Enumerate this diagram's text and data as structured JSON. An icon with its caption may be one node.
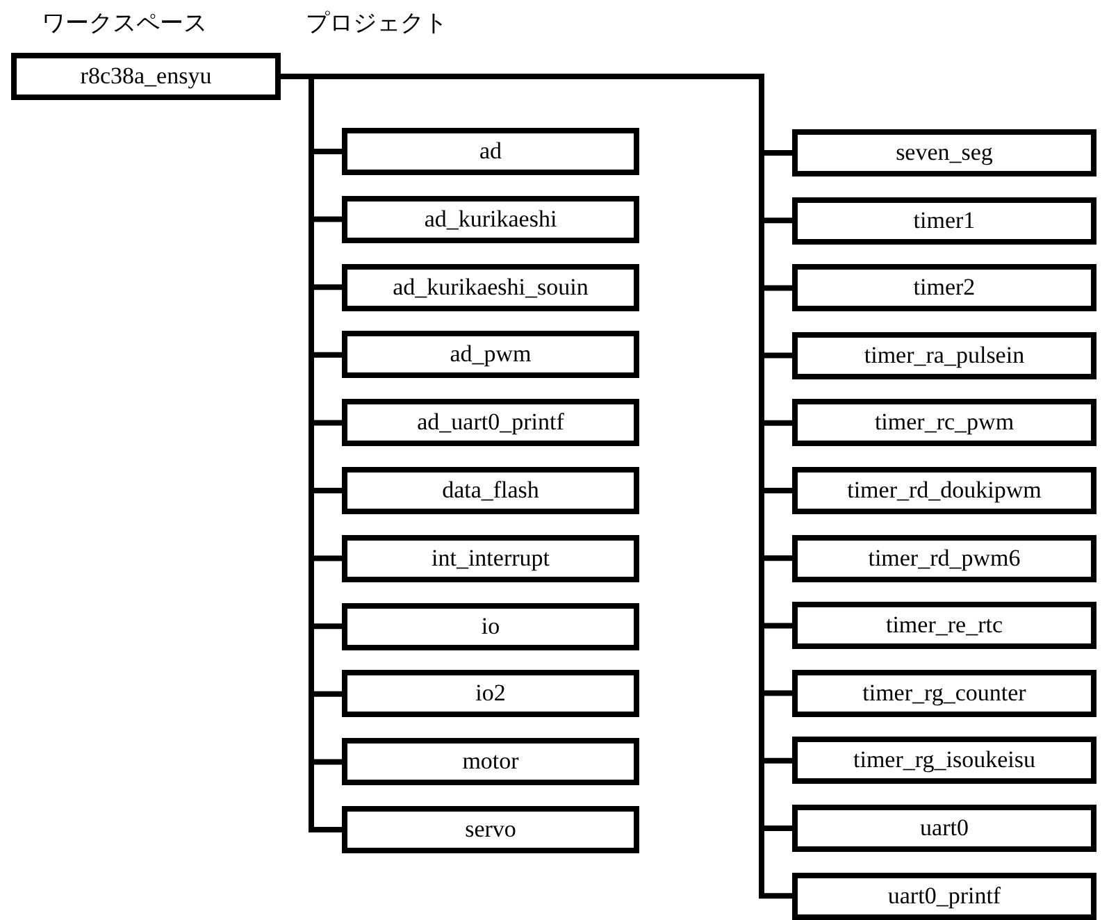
{
  "diagram": {
    "nodes": [
      {
        "text": [
          "r8c38a_ensyu"
        ]
      },
      {
        "text": [
          "ad"
        ]
      },
      {
        "text": [
          "ad_kurikaeshi"
        ]
      },
      {
        "text": [
          "ad_kurikaeshi_souin"
        ]
      },
      {
        "text": [
          "ad_pwm"
        ]
      },
      {
        "text": [
          "ad_uart0_printf"
        ]
      },
      {
        "text": [
          "data_flash"
        ]
      },
      {
        "text": [
          "int_interrupt"
        ]
      },
      {
        "text": [
          "io"
        ]
      },
      {
        "text": [
          "io2"
        ]
      },
      {
        "text": [
          "motor"
        ]
      },
      {
        "text": [
          "servo"
        ]
      },
      {
        "text": [
          "seven_seg"
        ]
      },
      {
        "text": [
          "timer1"
        ]
      },
      {
        "text": [
          "timer2"
        ]
      },
      {
        "text": [
          "timer_ra_pulsein"
        ]
      },
      {
        "text": [
          "timer_rc_pwm"
        ]
      },
      {
        "text": [
          "timer_rd_doukipwm"
        ]
      },
      {
        "text": [
          "timer_rd_pwm6"
        ]
      },
      {
        "text": [
          "timer_re_rtc"
        ]
      },
      {
        "text": [
          "timer_rg_counter"
        ]
      },
      {
        "text": [
          "timer_rg_isoukeisu"
        ]
      },
      {
        "text": [
          "uart0"
        ]
      },
      {
        "text": [
          "uart0_printf"
        ]
      }
    ],
    "edges": [
      {
        "from": 0,
        "to": 1,
        "arrow": "none"
      },
      {
        "from": 0,
        "to": 2,
        "arrow": "none"
      },
      {
        "from": 0,
        "to": 3,
        "arrow": "none"
      },
      {
        "from": 0,
        "to": 4,
        "arrow": "none"
      },
      {
        "from": 0,
        "to": 5,
        "arrow": "none"
      },
      {
        "from": 0,
        "to": 6,
        "arrow": "none"
      },
      {
        "from": 0,
        "to": 7,
        "arrow": "none"
      },
      {
        "from": 0,
        "to": 8,
        "arrow": "none"
      },
      {
        "from": 0,
        "to": 9,
        "arrow": "none"
      },
      {
        "from": 0,
        "to": 10,
        "arrow": "none"
      },
      {
        "from": 0,
        "to": 11,
        "arrow": "none"
      },
      {
        "from": 0,
        "to": 12,
        "arrow": "none"
      },
      {
        "from": 0,
        "to": 13,
        "arrow": "none"
      },
      {
        "from": 0,
        "to": 14,
        "arrow": "none"
      },
      {
        "from": 0,
        "to": 15,
        "arrow": "none"
      },
      {
        "from": 0,
        "to": 16,
        "arrow": "none"
      },
      {
        "from": 0,
        "to": 17,
        "arrow": "none"
      },
      {
        "from": 0,
        "to": 18,
        "arrow": "none"
      },
      {
        "from": 0,
        "to": 19,
        "arrow": "none"
      },
      {
        "from": 0,
        "to": 20,
        "arrow": "none"
      },
      {
        "from": 0,
        "to": 21,
        "arrow": "none"
      },
      {
        "from": 0,
        "to": 22,
        "arrow": "none"
      },
      {
        "from": 0,
        "to": 23,
        "arrow": "none"
      }
    ],
    "labels": [
      "ワークスペース",
      "プロジェクト"
    ]
  }
}
